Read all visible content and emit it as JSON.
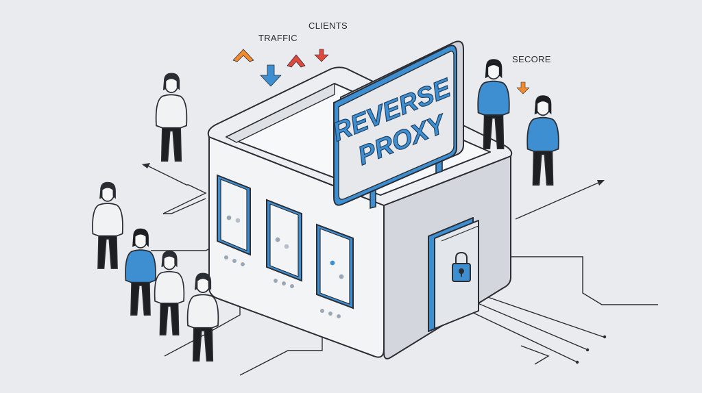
{
  "labels": {
    "traffic": "TRAFFIC",
    "clients": "CLIENTS",
    "secure": "SEϹORE"
  },
  "sign": {
    "line1": "REVERSE",
    "line2": "PROXY"
  },
  "colors": {
    "background": "#e9ebef",
    "outline": "#2a2d33",
    "accent_blue": "#3d8fd1",
    "accent_orange": "#f28a2e",
    "accent_red": "#e0483e",
    "building_wall": "#f3f4f6",
    "building_shade": "#cfd3d9",
    "sign_face": "#e6e8eb",
    "person_light": "#f1f2f4",
    "person_dark": "#1d1f22"
  },
  "icons": [
    "up-arrow-icon",
    "down-arrow-icon",
    "lock-icon"
  ]
}
